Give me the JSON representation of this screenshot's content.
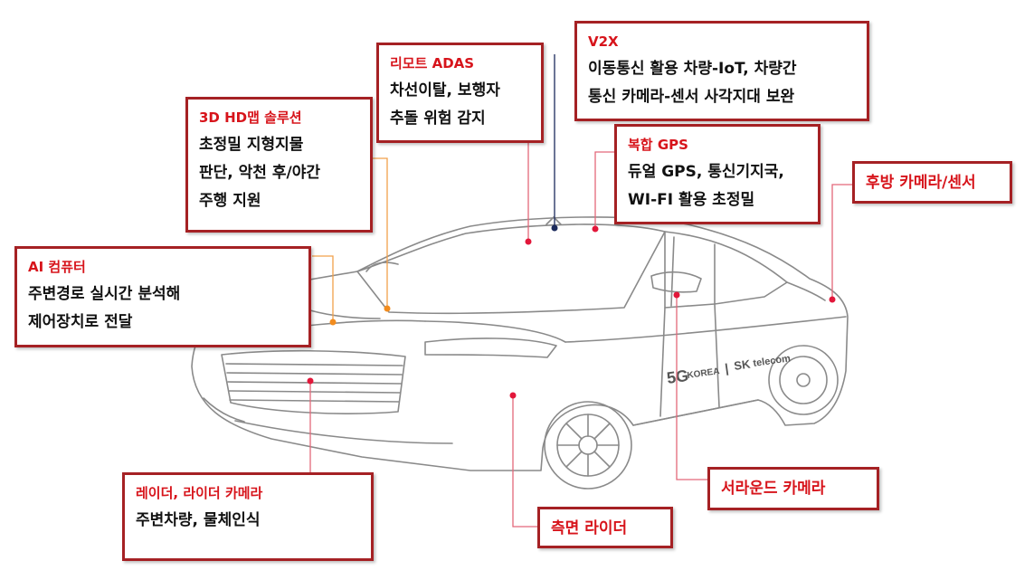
{
  "colors": {
    "accent_red": "#d7141b",
    "box_border": "#a52124",
    "leader_orange": "#f2a04a",
    "leader_pink": "#e3687a",
    "dot_orange": "#f28c1e",
    "dot_red": "#e2173a",
    "dot_navy": "#1b2a5c"
  },
  "callouts": {
    "ai_computer": {
      "title": "AI 컴퓨터",
      "body": "주변경로 실시간 분석해\n제어장치로 전달"
    },
    "hd_map": {
      "title": "3D HD맵 솔루션",
      "body": "초정밀 지형지물\n판단, 악천 후/야간\n주행 지원"
    },
    "remote_adas": {
      "title": "리모트 ADAS",
      "body": "차선이탈, 보행자\n추돌 위험 감지"
    },
    "v2x": {
      "title": "V2X",
      "body": "이동통신 활용 차량-IoT, 차량간\n통신 카메라-센서 사각지대 보완"
    },
    "complex_gps": {
      "title": "복합 GPS",
      "body": "듀얼 GPS, 통신기지국,\nWI-FI 활용 초정밀"
    },
    "rear_camera": {
      "title": "후방 카메라/센서"
    },
    "radar_lidar": {
      "title": "레이더, 라이더 카메라",
      "body": "주변차량, 물체인식"
    },
    "side_lidar": {
      "title": "측면 라이더"
    },
    "surround_camera": {
      "title": "서라운드 카메라"
    }
  },
  "car": {
    "door_decal": {
      "brand_5g": "5G",
      "korea": "KOREA",
      "separator": "|",
      "sk": "SK",
      "telecom": "telecom"
    }
  }
}
